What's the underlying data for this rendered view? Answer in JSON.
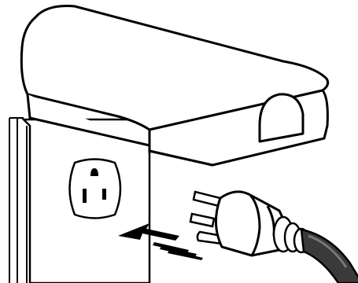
{
  "figure": {
    "description_text": "",
    "parts": {
      "cover": "outlet-cover",
      "outlet": "three-prong-outlet",
      "plug": "three-prong-plug",
      "cable": "power-cable",
      "arrow": "insert-direction-arrow"
    },
    "colors": {
      "line": "#000000",
      "fill": "#ffffff",
      "cable": "#3a3a3a",
      "cable_highlight": "#777777"
    }
  }
}
